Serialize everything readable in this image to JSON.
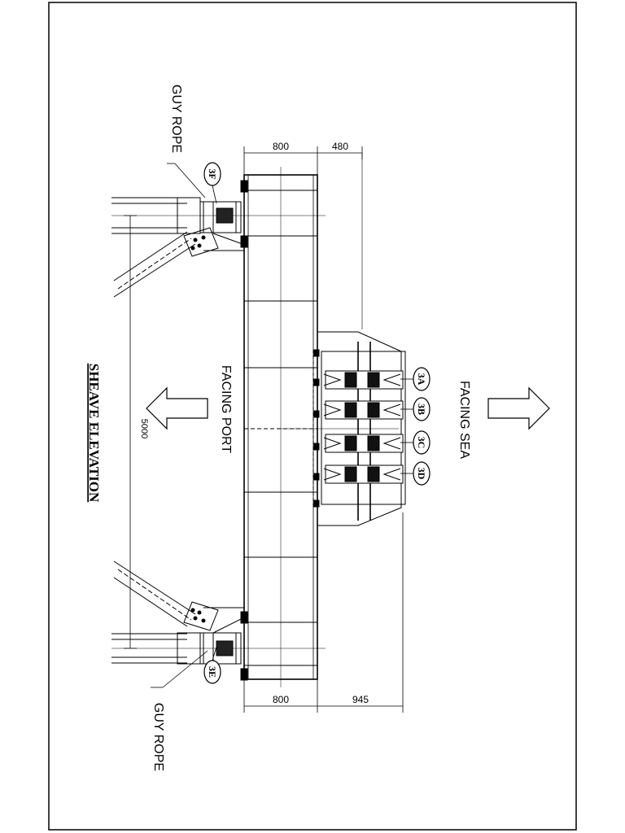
{
  "drawing": {
    "title": "SHEAVE ELEVATION",
    "labels": {
      "facing_port": "FACING PORT",
      "facing_sea": "FACING SEA",
      "guy_rope_top": "GUY ROPE",
      "guy_rope_bottom": "GUY ROPE"
    },
    "dimensions": {
      "top_left": "800",
      "top_right": "480",
      "bottom_left": "800",
      "bottom_right": "945",
      "span": "5000"
    },
    "callouts": [
      {
        "id": "3F"
      },
      {
        "id": "3E"
      },
      {
        "id": "3A"
      },
      {
        "id": "3B"
      },
      {
        "id": "3C"
      },
      {
        "id": "3D"
      }
    ]
  }
}
